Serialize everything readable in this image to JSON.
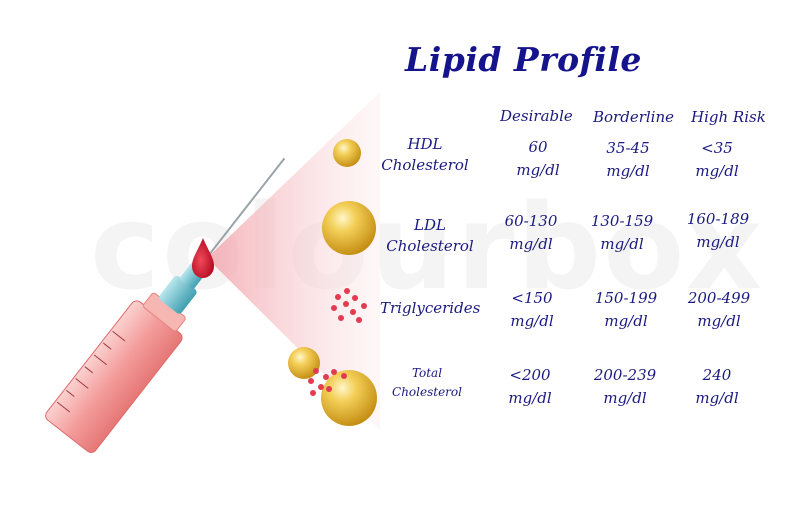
{
  "title": "Lipid Profile",
  "watermark": "colourbox",
  "columns": [
    "Desirable",
    "Borderline",
    "High Risk"
  ],
  "rows": [
    {
      "label_lines": [
        "HDL",
        "Cholesterol"
      ],
      "values": [
        [
          "60",
          "mg/dl"
        ],
        [
          "35-45",
          "mg/dl"
        ],
        [
          "<35",
          "mg/dl"
        ]
      ]
    },
    {
      "label_lines": [
        "LDL",
        "Cholesterol"
      ],
      "values": [
        [
          "60-130",
          "mg/dl"
        ],
        [
          "130-159",
          "mg/dl"
        ],
        [
          "160-189",
          "mg/dl"
        ]
      ]
    },
    {
      "label_lines": [
        "Triglycerides"
      ],
      "values": [
        [
          "<150",
          "mg/dl"
        ],
        [
          "150-199",
          "mg/dl"
        ],
        [
          "200-499",
          "mg/dl"
        ]
      ]
    },
    {
      "label_lines": [
        "Total",
        "Cholesterol"
      ],
      "values": [
        [
          "<200",
          "mg/dl"
        ],
        [
          "200-239",
          "mg/dl"
        ],
        [
          "240",
          "mg/dl"
        ]
      ]
    }
  ],
  "colors": {
    "text": "#1b1a80",
    "title": "#15148c",
    "lipid_ball": "#e8b52a",
    "blood": "#d4102a",
    "syringe_barrel": "#f4a3a3",
    "needle_hub": "#5fb6c4",
    "light_beam": "#f7c8cc"
  },
  "icons": [
    "syringe-icon",
    "blood-drop-icon",
    "hdl-particle-icon",
    "ldl-particle-icon",
    "triglyceride-dots-icon",
    "total-cholesterol-icon"
  ]
}
